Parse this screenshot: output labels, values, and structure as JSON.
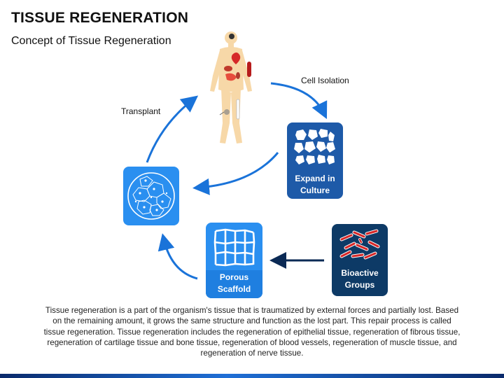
{
  "header": {
    "title": "TISSUE REGENERATION",
    "subtitle": "Concept of Tissue Regeneration"
  },
  "diagram": {
    "cell_isolation_label": "Cell Isolation",
    "transplant_label": "Transplant",
    "expand_card": {
      "line1": "Expand in",
      "line2": "Culture",
      "color": "#1e5aa8",
      "icon": "cells-icon"
    },
    "scaffold_card": {
      "line1": "Porous",
      "line2": "Scaffold",
      "color": "#2a8ff0",
      "icon": "scaffold-icon"
    },
    "bioactive_card": {
      "line1": "Bioactive",
      "line2": "Groups",
      "color": "#0d3a66",
      "icon": "bacteria-icon"
    },
    "graft_card": {
      "color": "#2a8ff0",
      "icon": "cell-cluster-icon"
    },
    "body_icon": "human-body-icon",
    "arrow_color": "#1a73d9"
  },
  "description": "Tissue regeneration is a part of the organism's tissue that is traumatized by external forces and partially lost. Based on the remaining amount, it grows the same structure and function as the lost part. This repair process is called tissue regeneration. Tissue regeneration includes the regeneration of epithelial tissue, regeneration of fibrous tissue, regeneration of cartilage tissue and bone tissue, regeneration of blood vessels, regeneration of muscle tissue, and regeneration of nerve tissue."
}
